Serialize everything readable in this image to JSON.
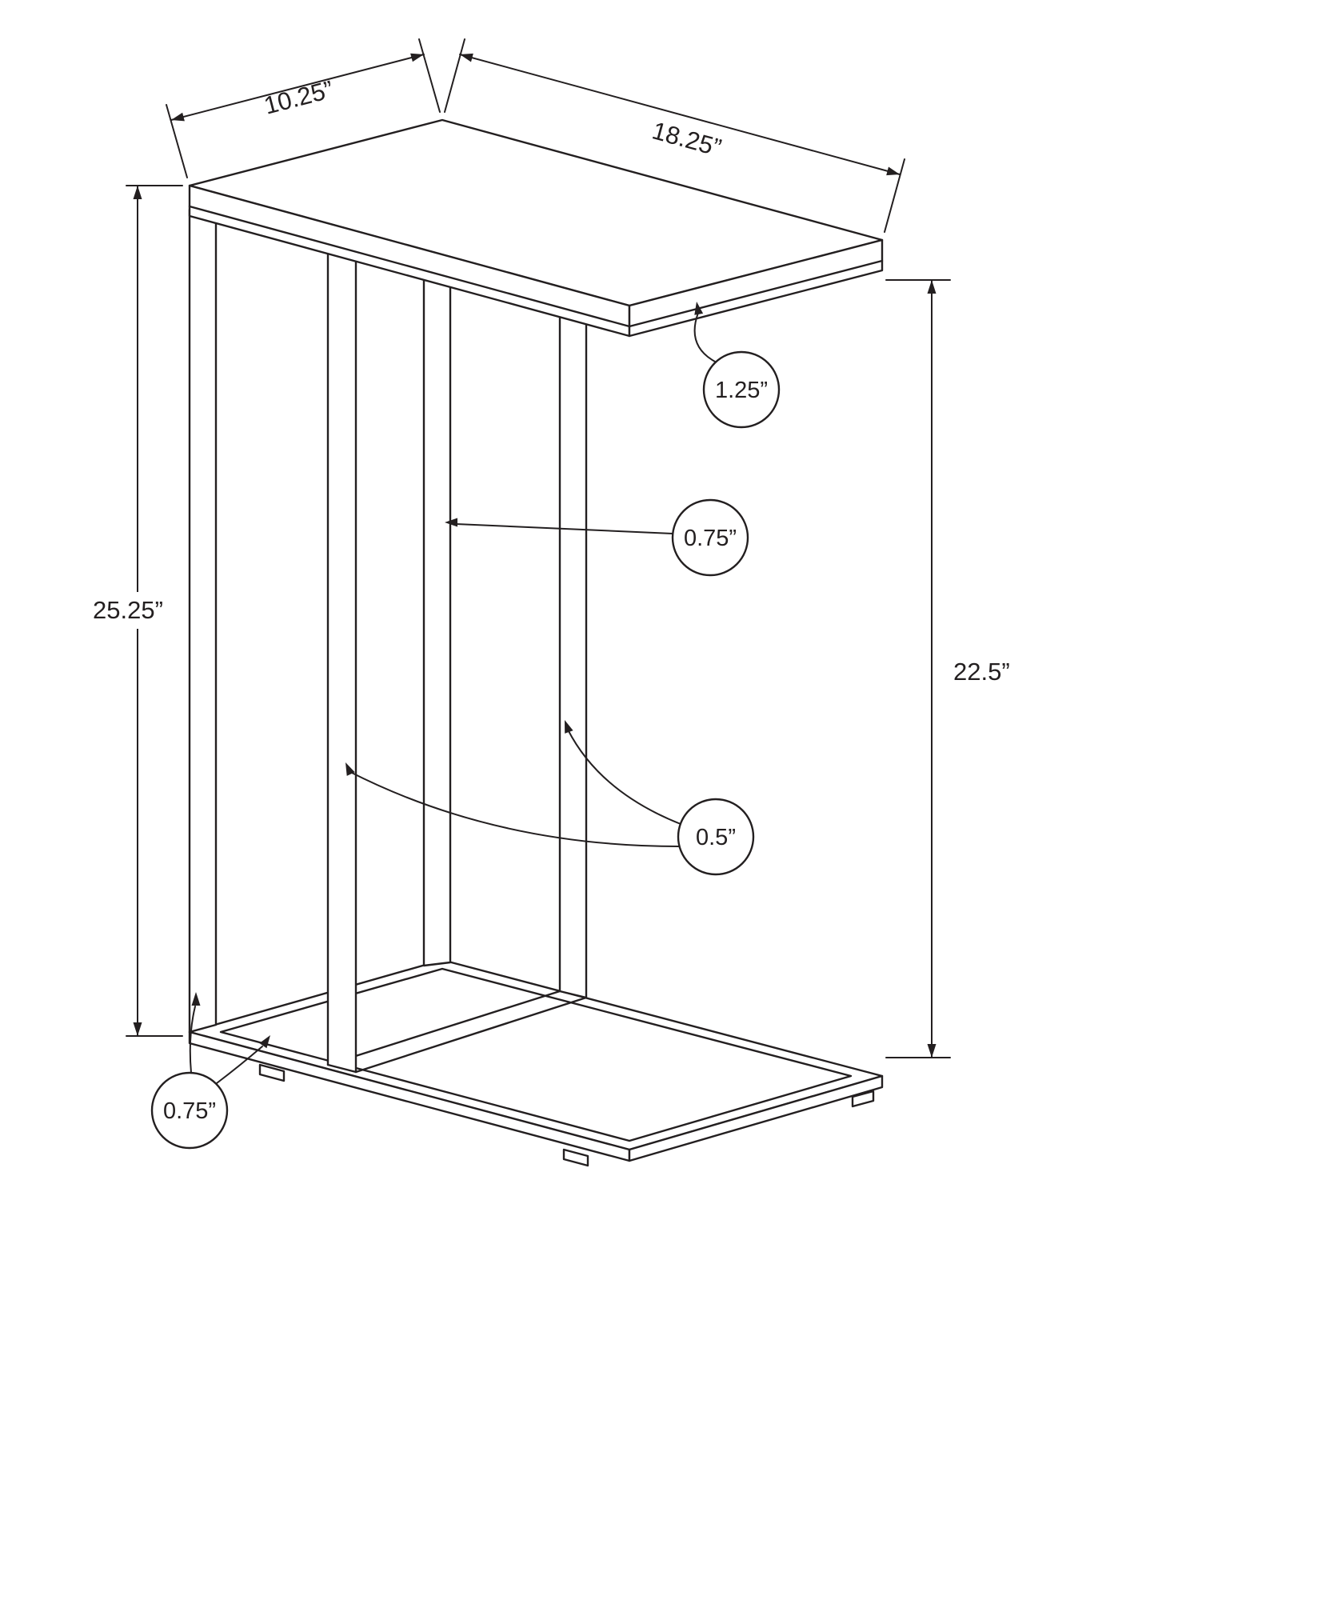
{
  "canvas": {
    "background": "#ffffff",
    "line_color": "#231f20",
    "description": "C-shaped accent table dimension diagram"
  },
  "dims": {
    "top_depth": "10.25”",
    "top_length": "18.25”",
    "overall_height": "25.25”",
    "clearance_height": "22.5”",
    "top_thickness": "1.25”",
    "leg_width": "0.75”",
    "frame_tube": "0.5”",
    "base_frame": "0.75”"
  }
}
